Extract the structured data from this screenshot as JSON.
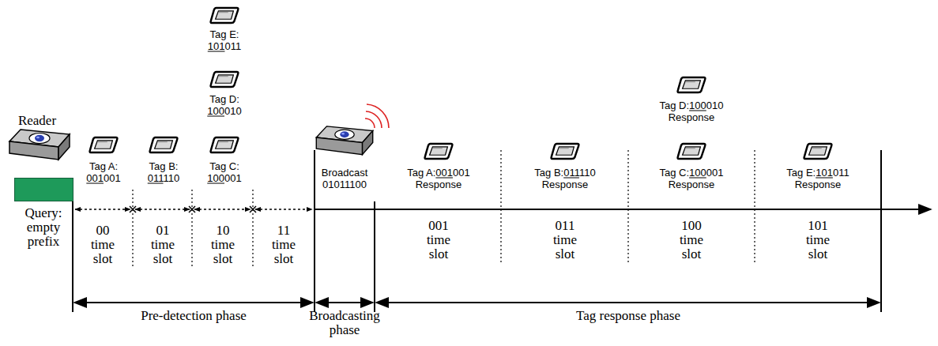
{
  "diagram": {
    "nodes": [
      {
        "text": [
          "Query: empty prefix"
        ]
      }
    ],
    "labels": [
      "Reader",
      "Tag A: 001001",
      "Tag B: 011110",
      "Tag E: 101011",
      "Tag D: 100010",
      "Tag C: 100001",
      "00 time slot",
      "01 time slot",
      "10 time slot",
      "11 time slot",
      "Broadcast 01011100",
      "Tag A:001001 Response",
      "Tag B:011110 Response",
      "Tag D:100010 Response",
      "Tag C:100001 Response",
      "Tag E:101011 Response",
      "001 time slot",
      "011 time slot",
      "100 time slot",
      "101 time slot",
      "Pre-detection phase",
      "Broadcasting phase",
      "Tag response phase"
    ]
  }
}
